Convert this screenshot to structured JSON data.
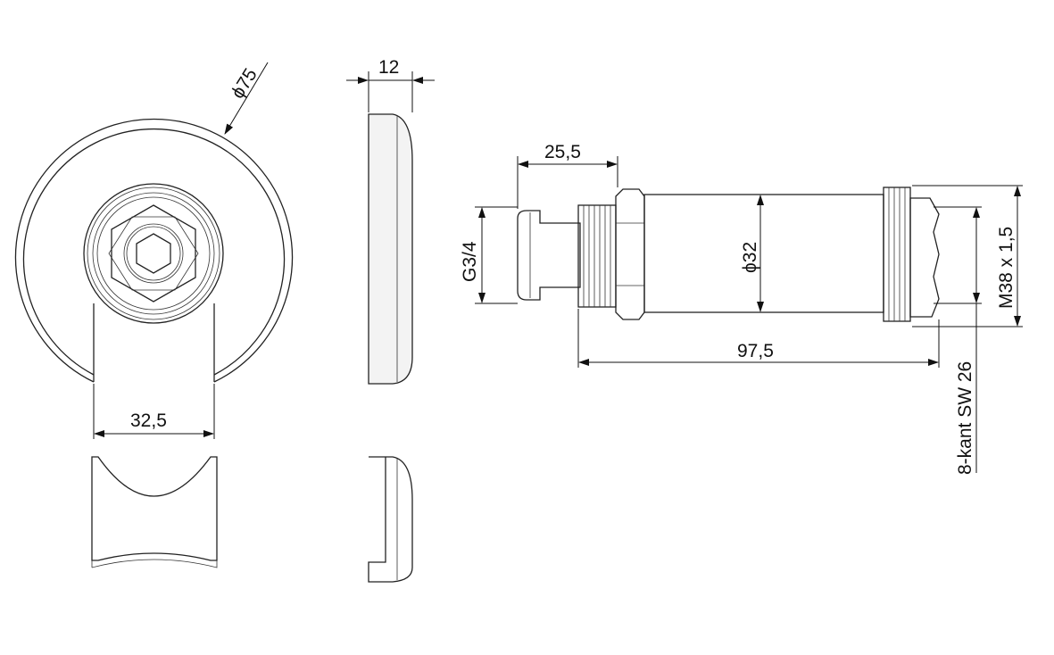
{
  "dimensions": {
    "plate_diameter": "ϕ75",
    "plate_thickness": "12",
    "cutout_width": "32,5",
    "nipple_length": "25,5",
    "inlet_thread": "G3/4",
    "body_diameter": "ϕ32",
    "overall_length": "97,5",
    "outlet_thread": "M38 x 1,5",
    "wrench_size": "8-kant SW 26"
  },
  "colors": {
    "line": "#222222",
    "background": "#ffffff"
  }
}
